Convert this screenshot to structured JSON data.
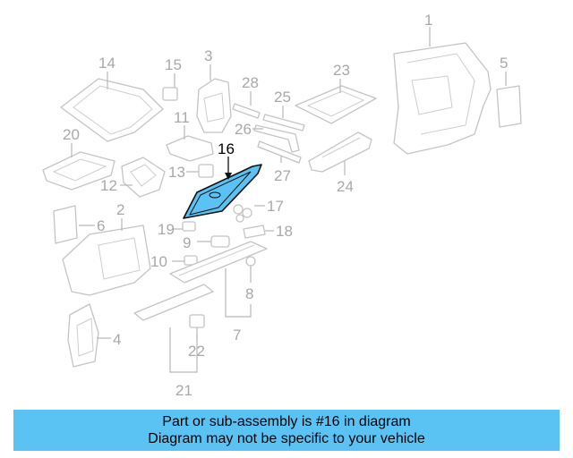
{
  "diagram": {
    "labels": [
      "1",
      "2",
      "3",
      "4",
      "5",
      "6",
      "7",
      "8",
      "9",
      "10",
      "11",
      "12",
      "13",
      "14",
      "15",
      "16",
      "17",
      "18",
      "19",
      "20",
      "21",
      "22",
      "23",
      "24",
      "25",
      "26",
      "27",
      "28"
    ],
    "highlighted_part": "16",
    "highlight_color": "#5bc2f4"
  },
  "banner": {
    "line1": "Part or sub-assembly is #16 in diagram",
    "line2": "Diagram may not be specific to your vehicle",
    "background": "#5bc2f4"
  }
}
